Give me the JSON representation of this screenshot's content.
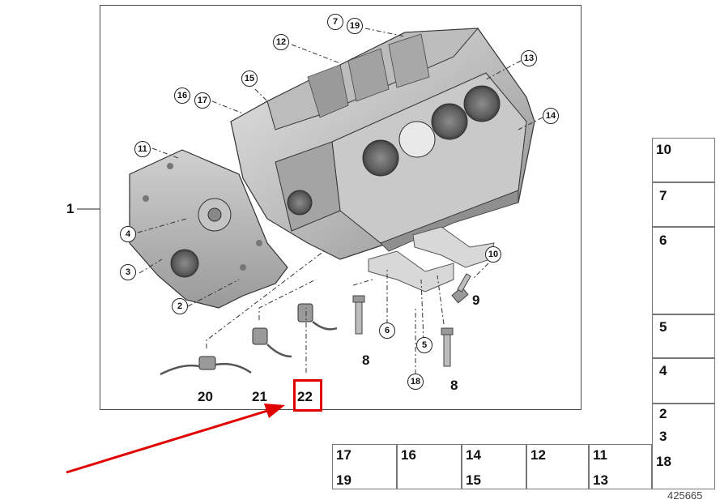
{
  "assembly_label": "1",
  "callouts": {
    "c7": "7",
    "c19": "19",
    "c12": "12",
    "c13": "13",
    "c15": "15",
    "c16": "16",
    "c17": "17",
    "c14": "14",
    "c11": "11",
    "c4": "4",
    "c3": "3",
    "c2": "2",
    "c10": "10",
    "c6": "6",
    "c5": "5",
    "c18": "18"
  },
  "plain_labels": {
    "l9": "9",
    "l8a": "8",
    "l8b": "8",
    "l20": "20",
    "l21": "21",
    "l22": "22"
  },
  "highlight_color": "#e00000",
  "side_panel": [
    {
      "numbers": [
        "10"
      ]
    },
    {
      "numbers": [
        "7"
      ]
    },
    {
      "numbers": [
        "6"
      ]
    },
    {
      "numbers": [
        "5"
      ]
    },
    {
      "numbers": [
        "4"
      ]
    },
    {
      "numbers": [
        "2",
        "3",
        "18"
      ]
    }
  ],
  "bottom_panel": [
    {
      "numbers": [
        "17",
        "19"
      ]
    },
    {
      "numbers": [
        "16"
      ]
    },
    {
      "numbers": [
        "14",
        "15"
      ]
    },
    {
      "numbers": [
        "12"
      ]
    },
    {
      "numbers": [
        "11",
        "13"
      ]
    }
  ],
  "diagram_id": "425665"
}
